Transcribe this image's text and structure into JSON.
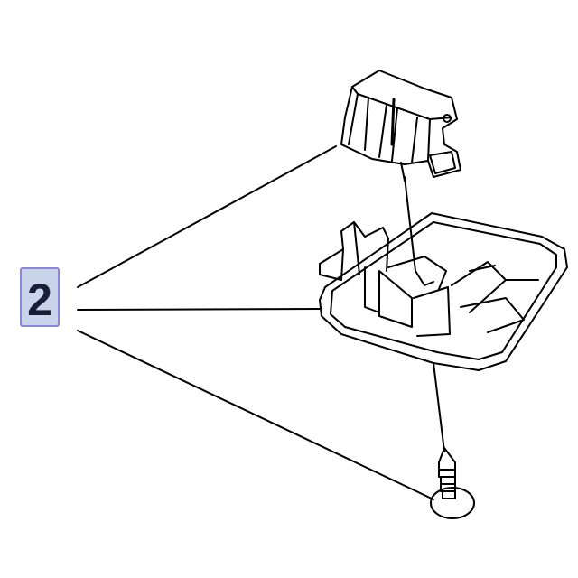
{
  "diagram": {
    "type": "exploded-parts-diagram",
    "callout": {
      "label": "2",
      "fill": "#c9d3ea",
      "border": "#8a86d8",
      "text_color": "#1a1d3a"
    },
    "parts": [
      {
        "id": "switch-connector",
        "description": "Switch / connector bracket (top)"
      },
      {
        "id": "lamp-housing",
        "description": "Lamp housing with bezel (middle)"
      },
      {
        "id": "screw",
        "description": "Self-tapping screw (bottom)"
      }
    ],
    "leader_lines": 3,
    "line_color": "#000000"
  }
}
